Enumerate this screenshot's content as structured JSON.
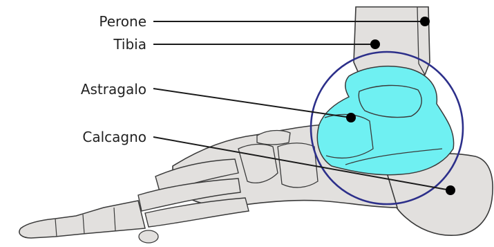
{
  "labels": {
    "perone": "Perone",
    "tibia": "Tibia",
    "astragalo": "Astragalo",
    "calcagno": "Calcagno"
  },
  "colors": {
    "bone_fill": "#e2e0de",
    "bone_outline": "#3a3a3a",
    "highlight_fill": "#6ff0f2",
    "circle_stroke": "#2c2f8a",
    "leader_line": "#1a1a1a"
  }
}
